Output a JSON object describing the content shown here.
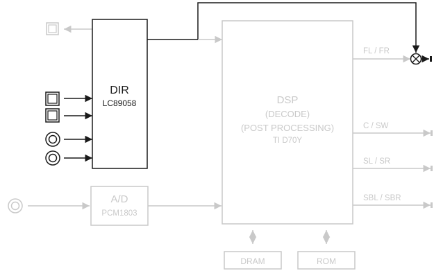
{
  "colors": {
    "active": "#1a1a1a",
    "inactive": "#c9c9c9",
    "background": "#ffffff"
  },
  "dir": {
    "name": "DIR",
    "part": "LC89058"
  },
  "dsp": {
    "name": "DSP",
    "line1": "(DECODE)",
    "line2": "(POST PROCESSING)",
    "part": "TI D70Y"
  },
  "adc": {
    "name": "A/D",
    "part": "PCM1803"
  },
  "memory": {
    "dram": "DRAM",
    "rom": "ROM"
  },
  "outputs": {
    "flfr": "FL / FR",
    "csw": "C / SW",
    "slsr": "SL / SR",
    "sblsbr": "SBL / SBR"
  },
  "icons": {
    "optical": "optical-input-icon",
    "coaxial": "coaxial-input-icon",
    "mixer": "mixer-circle-icon",
    "optical_out": "optical-output-icon"
  }
}
